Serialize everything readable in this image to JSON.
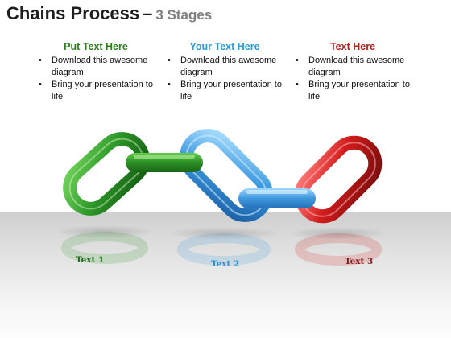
{
  "title": {
    "main": "Chains Process",
    "dash": "–",
    "sub": "3 Stages"
  },
  "columns": [
    {
      "heading": "Put Text Here",
      "color": "#2e7d1e",
      "bullets": [
        "Download this awesome diagram",
        "Bring your presentation to life"
      ]
    },
    {
      "heading": "Your Text Here",
      "color": "#2b9bd6",
      "bullets": [
        "Download this awesome diagram",
        "Bring your presentation to life"
      ]
    },
    {
      "heading": "Text Here",
      "color": "#b01e1e",
      "bullets": [
        "Download this awesome diagram",
        "Bring your presentation to life"
      ]
    }
  ],
  "links": [
    {
      "label": "Text 1",
      "color": "#2f9a2a",
      "label_color": "#1f6a1a"
    },
    {
      "label": "Text 2",
      "color": "#3f9be0",
      "label_color": "#2b8fd0"
    },
    {
      "label": "Text 3",
      "color": "#d21c1c",
      "label_color": "#8a1a1a"
    }
  ]
}
